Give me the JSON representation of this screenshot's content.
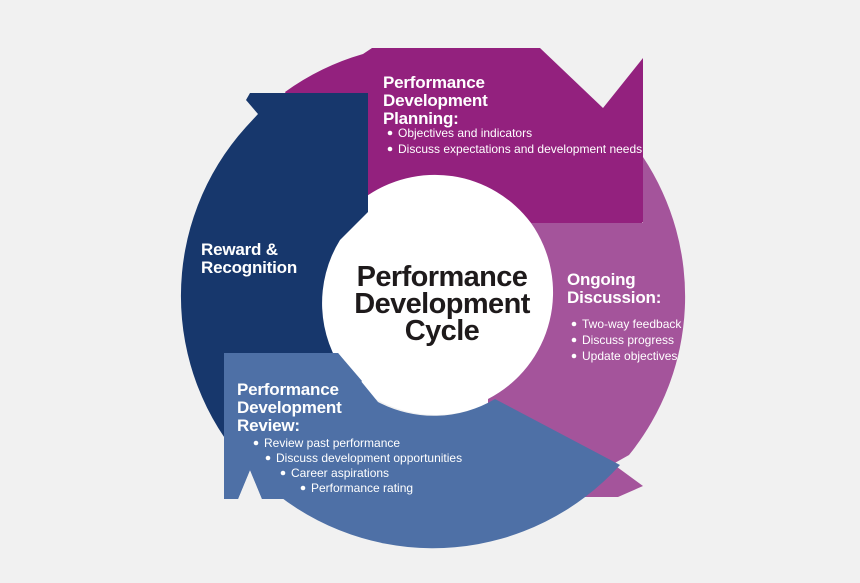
{
  "diagram_title": "Performance Development Cycle",
  "center": {
    "title_lines": [
      "Performance",
      "Development",
      "Cycle"
    ]
  },
  "colors": {
    "background": "#f1f1f1",
    "center_circle": "#ffffff",
    "planning": "#93217e",
    "discussion": "#a4549b",
    "review": "#4e70a6",
    "reward": "#17376c",
    "heading_text": "#ffffff",
    "center_text": "#1e1a1b"
  },
  "segments": [
    {
      "id": "planning",
      "title_lines": [
        "Performance",
        "Development",
        "Planning:"
      ],
      "bullets": [
        "Objectives and indicators",
        "Discuss expectations and development needs"
      ]
    },
    {
      "id": "discussion",
      "title_lines": [
        "Ongoing",
        "Discussion:"
      ],
      "bullets": [
        "Two-way feedback",
        "Discuss progress",
        "Update objectives"
      ]
    },
    {
      "id": "review",
      "title_lines": [
        "Performance",
        "Development",
        "Review:"
      ],
      "bullets": [
        "Review past performance",
        "Discuss development opportunities",
        "Career aspirations",
        "Performance rating"
      ]
    },
    {
      "id": "reward",
      "title_lines": [
        "Reward &",
        "Recognition"
      ],
      "bullets": []
    }
  ]
}
